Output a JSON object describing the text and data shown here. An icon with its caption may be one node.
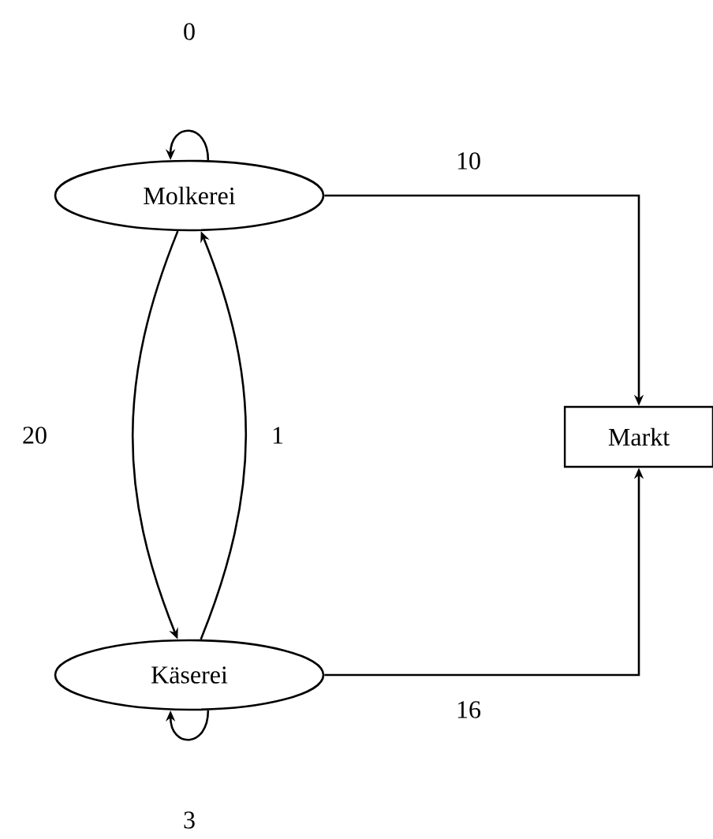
{
  "diagram": {
    "nodes": [
      {
        "text": [
          "Molkerei"
        ]
      },
      {
        "text": [
          "Käserei"
        ]
      },
      {
        "text": [
          "Markt"
        ]
      }
    ],
    "edges": [
      {
        "from": 0,
        "to": 0,
        "arrow": "to",
        "label": "0"
      },
      {
        "from": 0,
        "to": 1,
        "arrow": "to",
        "label": "20"
      },
      {
        "from": 1,
        "to": 0,
        "arrow": "to",
        "label": "1"
      },
      {
        "from": 0,
        "to": 2,
        "arrow": "to",
        "label": "10"
      },
      {
        "from": 1,
        "to": 1,
        "arrow": "to",
        "label": "3"
      },
      {
        "from": 1,
        "to": 2,
        "arrow": "to",
        "label": "16"
      }
    ]
  }
}
